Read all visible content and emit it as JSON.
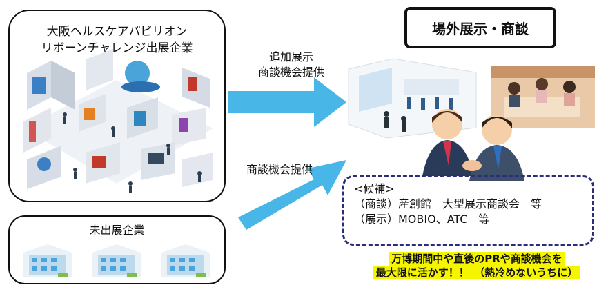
{
  "exhibitors": {
    "title_line1": "大阪ヘルスケアパビリオン",
    "title_line2": "リボーンチャレンジ出展企業"
  },
  "non_exhibitors": {
    "title": "未出展企業"
  },
  "arrow_top": {
    "line1": "追加展示",
    "line2": "商談機会提供"
  },
  "arrow_bottom": {
    "label": "商談機会提供"
  },
  "offsite": {
    "title": "場外展示・商談"
  },
  "candidates": {
    "header": "<候補>",
    "line1": "（商談）産創館　大型展示商談会　等",
    "line2": "（展示）MOBIO、ATC　等"
  },
  "highlight": {
    "line1": "万博期間中や直後のPRや商談機会を",
    "line2": "最大限に活かす！！　（熱冷めないうちに）"
  },
  "colors": {
    "arrow": "#49b6e8",
    "dash_border": "#2c2c7a",
    "highlight_bg": "#f6f500"
  }
}
